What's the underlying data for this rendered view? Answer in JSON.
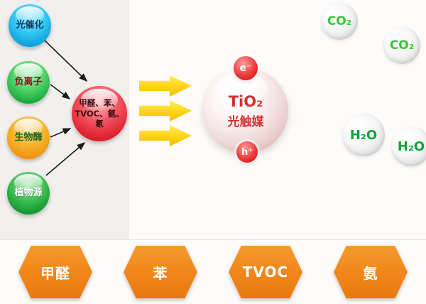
{
  "diagram": {
    "methods": [
      {
        "label": "光催化",
        "color": "#1fb9ec"
      },
      {
        "label": "负离子",
        "color": "#3fc95e"
      },
      {
        "label": "生物酶",
        "color": "#f4a41d"
      },
      {
        "label": "植物源",
        "color": "#2fae46"
      }
    ],
    "pollutant_sphere": {
      "color": "#e43440",
      "lines": [
        "甲醛、苯、",
        "TVOC、氨、",
        "氡"
      ]
    },
    "catalyst": {
      "formula": "TiO₂",
      "name": "光触媒",
      "electron": "e⁻",
      "hole": "h⁺",
      "text_color": "#d23333"
    },
    "products": [
      {
        "label": "CO₂",
        "color": "#35c935"
      },
      {
        "label": "CO₂",
        "color": "#35c935"
      },
      {
        "label": "H₂O",
        "color": "#13a03c"
      },
      {
        "label": "H₂O",
        "color": "#13a03c"
      }
    ],
    "flow_arrow_color": "#ffd81e",
    "hexagon_color": "#f08519",
    "bottom_pollutants": [
      {
        "label": "甲醛"
      },
      {
        "label": "苯"
      },
      {
        "label": "TVOC"
      },
      {
        "label": "氨"
      }
    ]
  }
}
